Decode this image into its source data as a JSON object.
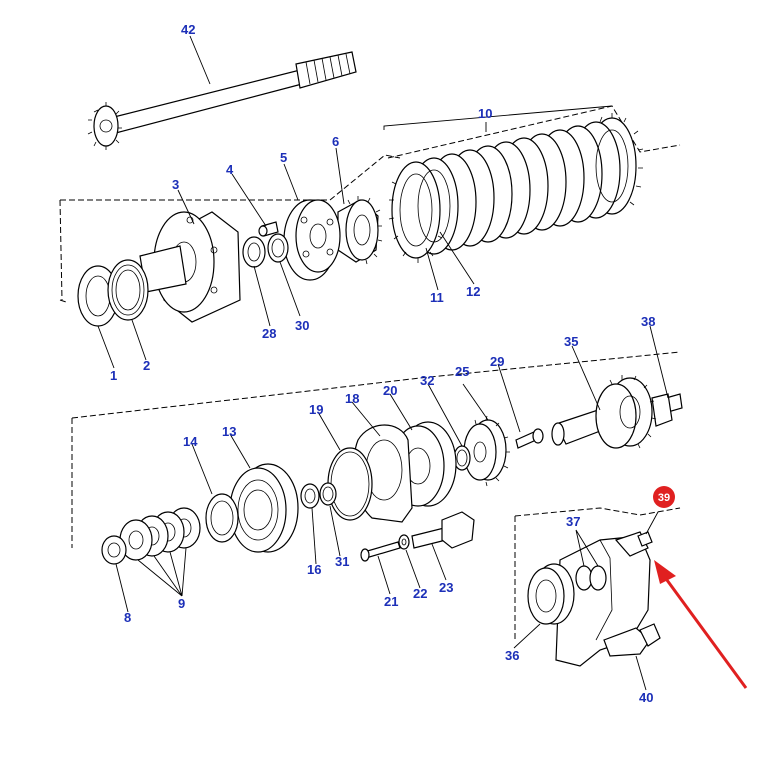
{
  "labels": {
    "l42": "42",
    "l10": "10",
    "l6": "6",
    "l5": "5",
    "l4": "4",
    "l3": "3",
    "l11": "11",
    "l12": "12",
    "l28": "28",
    "l30": "30",
    "l1": "1",
    "l2": "2",
    "l38": "38",
    "l35": "35",
    "l29": "29",
    "l25": "25",
    "l32": "32",
    "l20": "20",
    "l18": "18",
    "l19": "19",
    "l13": "13",
    "l14": "14",
    "l16": "16",
    "l31": "31",
    "l21": "21",
    "l22": "22",
    "l23": "23",
    "l8": "8",
    "l9": "9",
    "l37": "37",
    "l36": "36",
    "l40": "40",
    "l39": "39"
  },
  "colors": {
    "label_text": "#1c2fb8",
    "highlight_badge": "#e02020",
    "arrow": "#e02020",
    "line_art": "#000000"
  },
  "highlighted_part": "39"
}
